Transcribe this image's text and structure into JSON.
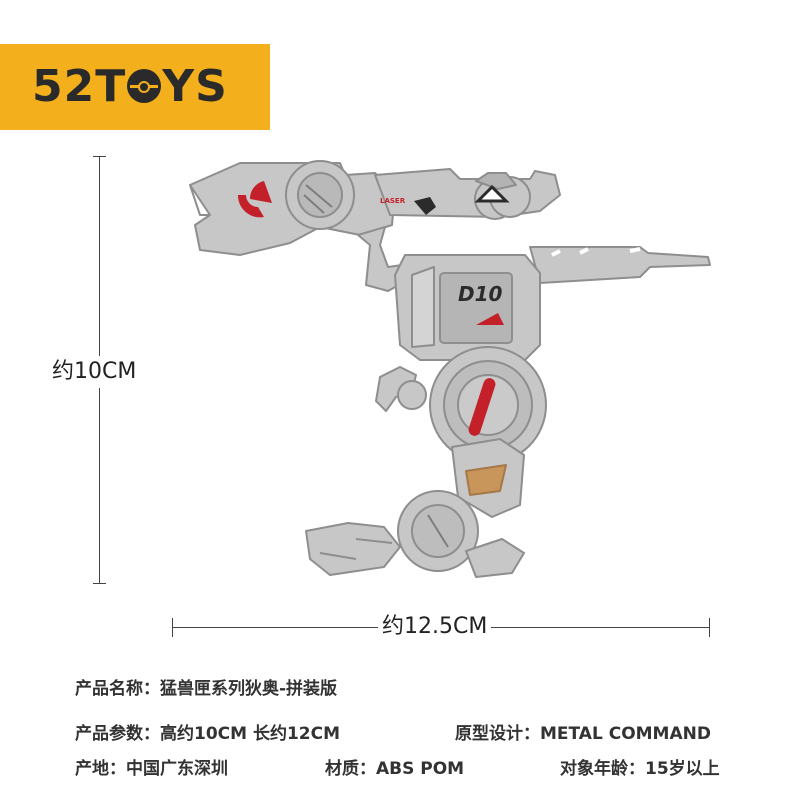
{
  "brand": {
    "logo_text_before": "52T",
    "logo_text_after": "YS"
  },
  "figure": {
    "laser_label": "LASER",
    "chest_code": "D10",
    "colors": {
      "body": "#c7c7c7",
      "outline": "#8c8c8c",
      "accent": "#c4202a",
      "dark": "#2b2b2b",
      "orange": "#c8955a"
    }
  },
  "dimensions": {
    "height_label": "约10CM",
    "length_label": "约12.5CM"
  },
  "specs": {
    "name": "产品名称：猛兽匣系列狄奥-拼装版",
    "params": "产品参数：高约10CM 长约12CM",
    "design": "原型设计：METAL COMMAND",
    "origin": "产地：中国广东深圳",
    "material": "材质：ABS POM",
    "age": "对象年龄：15岁以上"
  }
}
